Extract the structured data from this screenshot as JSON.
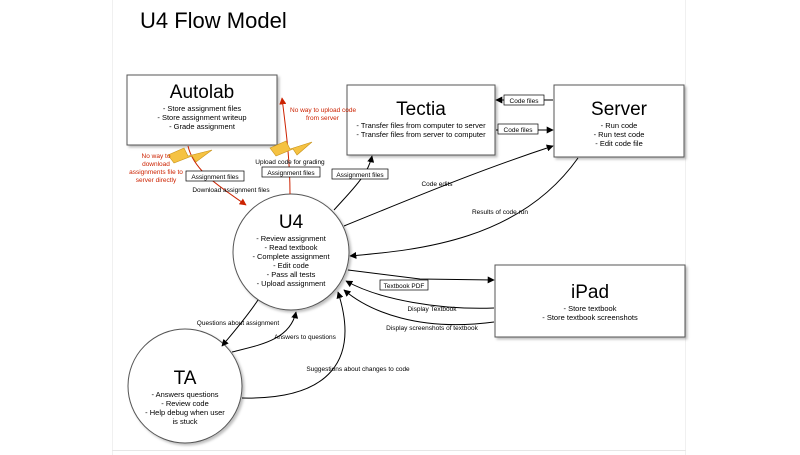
{
  "title": "U4 Flow Model",
  "nodes": {
    "autolab": {
      "name": "Autolab",
      "lines": [
        "- Store assignment files",
        "- Store assignment writeup",
        "- Grade assignment"
      ]
    },
    "tectia": {
      "name": "Tectia",
      "lines": [
        "- Transfer files from computer to server",
        "- Transfer files from server to computer"
      ]
    },
    "server": {
      "name": "Server",
      "lines": [
        "- Run code",
        "- Run test code",
        "- Edit code file"
      ]
    },
    "u4": {
      "name": "U4",
      "lines": [
        "- Review assignment",
        "- Read textbook",
        "- Complete assignment",
        "- Edit code",
        "- Pass all tests",
        "- Upload assignment"
      ]
    },
    "ipad": {
      "name": "iPad",
      "lines": [
        "- Store textbook",
        "- Store textbook screenshots"
      ]
    },
    "ta": {
      "name": "TA",
      "lines": [
        "- Answers questions",
        "- Review code",
        "- Help debug when user",
        "is stuck"
      ]
    }
  },
  "flows": {
    "assignment_files_1": "Assignment files",
    "assignment_files_2": "Assignment files",
    "assignment_files_3": "Assignment files",
    "download_assignment": "Download assignment files",
    "upload_code_grading": "Upload code for grading",
    "code_files_1": "Code files",
    "code_files_2": "Code files",
    "code_edits": "Code edits",
    "results": "Results of code run",
    "textbook_pdf": "Textbook PDF",
    "display_textbook": "Display Textbook",
    "display_screenshots": "Display screenshots of textbook",
    "questions": "Questions about assignment",
    "answers": "Answers to questions",
    "suggestions": "Suggestions about changes to code"
  },
  "breakdowns": {
    "no_download": [
      "No way to",
      "download",
      "assignments file to",
      "server directly"
    ],
    "no_upload": [
      "No way to upload code",
      "from server"
    ]
  },
  "colors": {
    "breakdown": "#cc2200",
    "bolt": "#f5c242",
    "stroke": "#000000"
  }
}
